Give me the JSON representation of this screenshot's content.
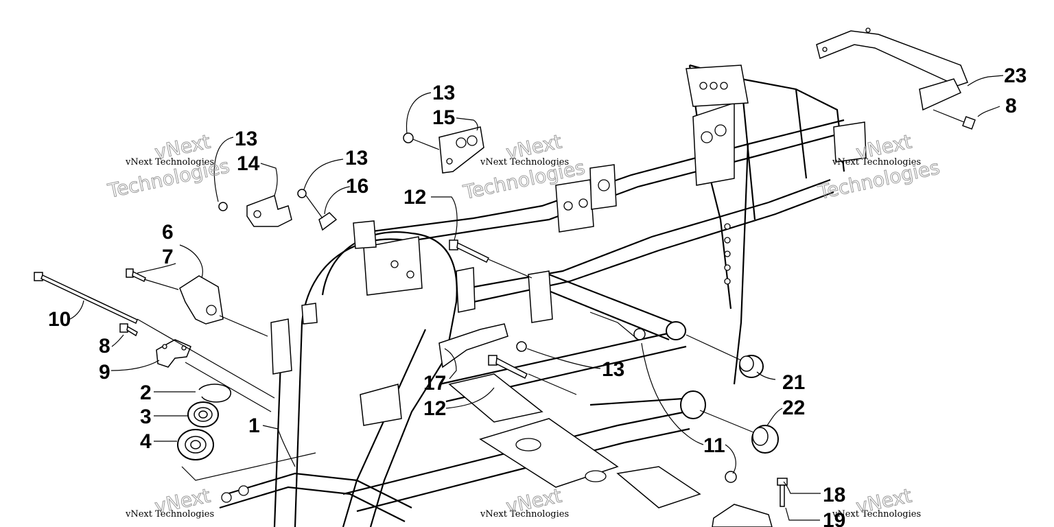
{
  "callouts": {
    "c1": "1",
    "c2": "2",
    "c3": "3",
    "c4": "4",
    "c6": "6",
    "c7": "7",
    "c8a": "8",
    "c8b": "8",
    "c9": "9",
    "c10": "10",
    "c11": "11",
    "c12a": "12",
    "c12b": "12",
    "c13a": "13",
    "c13b": "13",
    "c13c": "13",
    "c13d": "13",
    "c14": "14",
    "c15": "15",
    "c16": "16",
    "c17": "17",
    "c18": "18",
    "c19": "19",
    "c21": "21",
    "c22": "22",
    "c23": "23"
  },
  "watermark": {
    "company": "vNext Technologies",
    "brand": "vNext",
    "tech": "Technologies"
  }
}
